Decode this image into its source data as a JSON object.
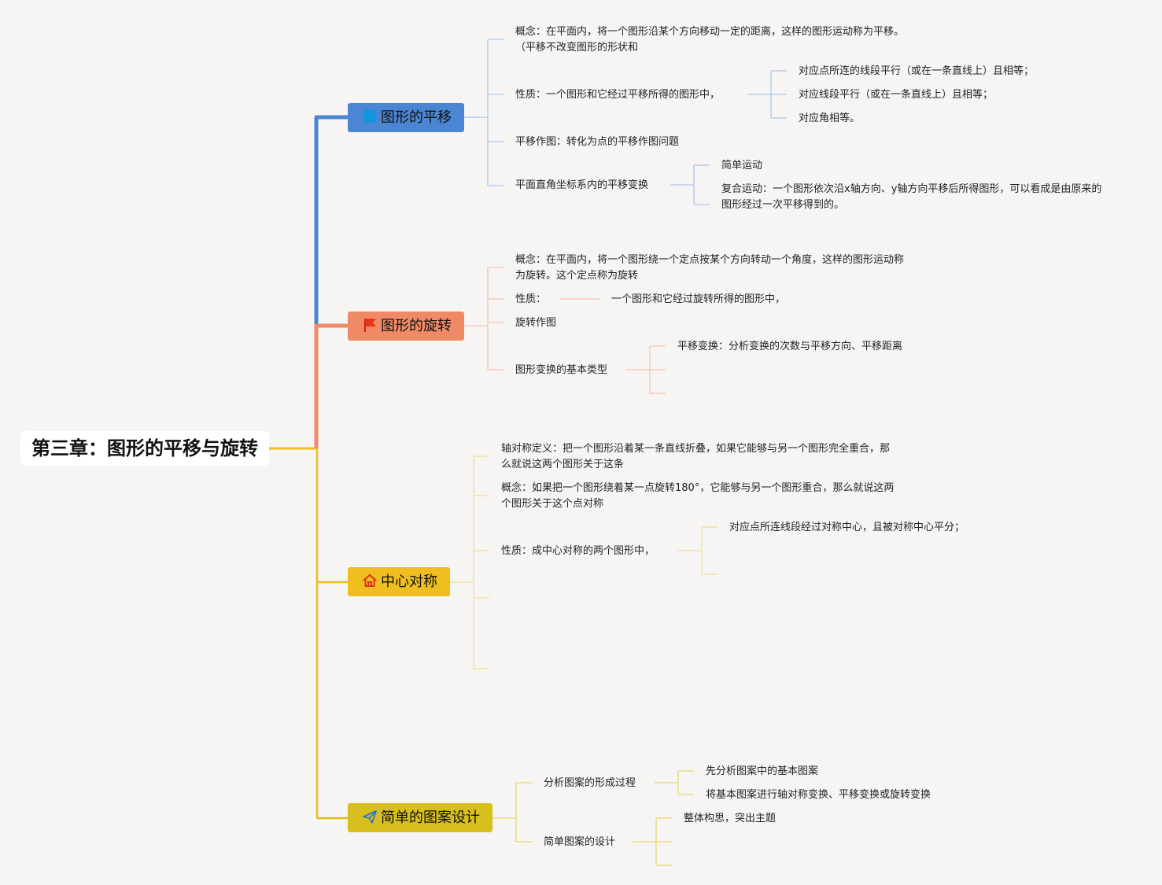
{
  "root": {
    "title": "第三章：图形的平移与旋转"
  },
  "colors": {
    "translation": "#4a86d4",
    "rotation": "#f08a66",
    "symmetry": "#f0be1e",
    "pattern": "#d8c01c",
    "line_translation": "#a9c7ee",
    "line_rotation": "#f6c3ae",
    "line_symmetry": "#f6dc8e",
    "line_pattern": "#e8d870"
  },
  "branches": {
    "translation": {
      "label": "图形的平移",
      "icon": "blue-square-icon",
      "concept": "概念：在平面内，将一个图形沿某个方向移动一定的距离，这样的图形运动称为平移。（平移不改变图形的形状和",
      "property": "性质：一个图形和它经过平移所得的图形中，",
      "property_items": [
        "对应点所连的线段平行（或在一条直线上）且相等；",
        "对应线段平行（或在一条直线上）且相等；",
        "对应角相等。"
      ],
      "drawing": "平移作图：转化为点的平移作图问题",
      "coordinate": "平面直角坐标系内的平移变换",
      "coordinate_items": [
        "简单运动",
        "复合运动：一个图形依次沿x轴方向、y轴方向平移后所得图形，可以看成是由原来的图形经过一次平移得到的。"
      ]
    },
    "rotation": {
      "label": "图形的旋转",
      "icon": "red-flag-icon",
      "concept": "概念：在平面内，将一个图形绕一个定点按某个方向转动一个角度，这样的图形运动称为旋转。这个定点称为旋转",
      "property": "性质：",
      "property_items": [
        "一个图形和它经过旋转所得的图形中，"
      ],
      "drawing": "旋转作图",
      "types": "图形变换的基本类型",
      "types_items": [
        "平移变换：分析变换的次数与平移方向、平移距离"
      ]
    },
    "symmetry": {
      "label": "中心对称",
      "icon": "house-icon",
      "axis_def": "轴对称定义：把一个图形沿着某一条直线折叠，如果它能够与另一个图形完全重合，那么就说这两个图形关于这条",
      "concept": "概念：如果把一个图形绕着某一点旋转180°，它能够与另一个图形重合，那么就说这两个图形关于这个点对称",
      "property": "性质：成中心对称的两个图形中，",
      "property_items": [
        "对应点所连线段经过对称中心，且被对称中心平分；"
      ]
    },
    "pattern": {
      "label": "简单的图案设计",
      "icon": "paper-plane-icon",
      "process": "分析图案的形成过程",
      "process_items": [
        "先分析图案中的基本图案",
        "将基本图案进行轴对称变换、平移变换或旋转变换"
      ],
      "design": "简单图案的设计",
      "design_items": [
        "整体构思，突出主题"
      ]
    }
  }
}
